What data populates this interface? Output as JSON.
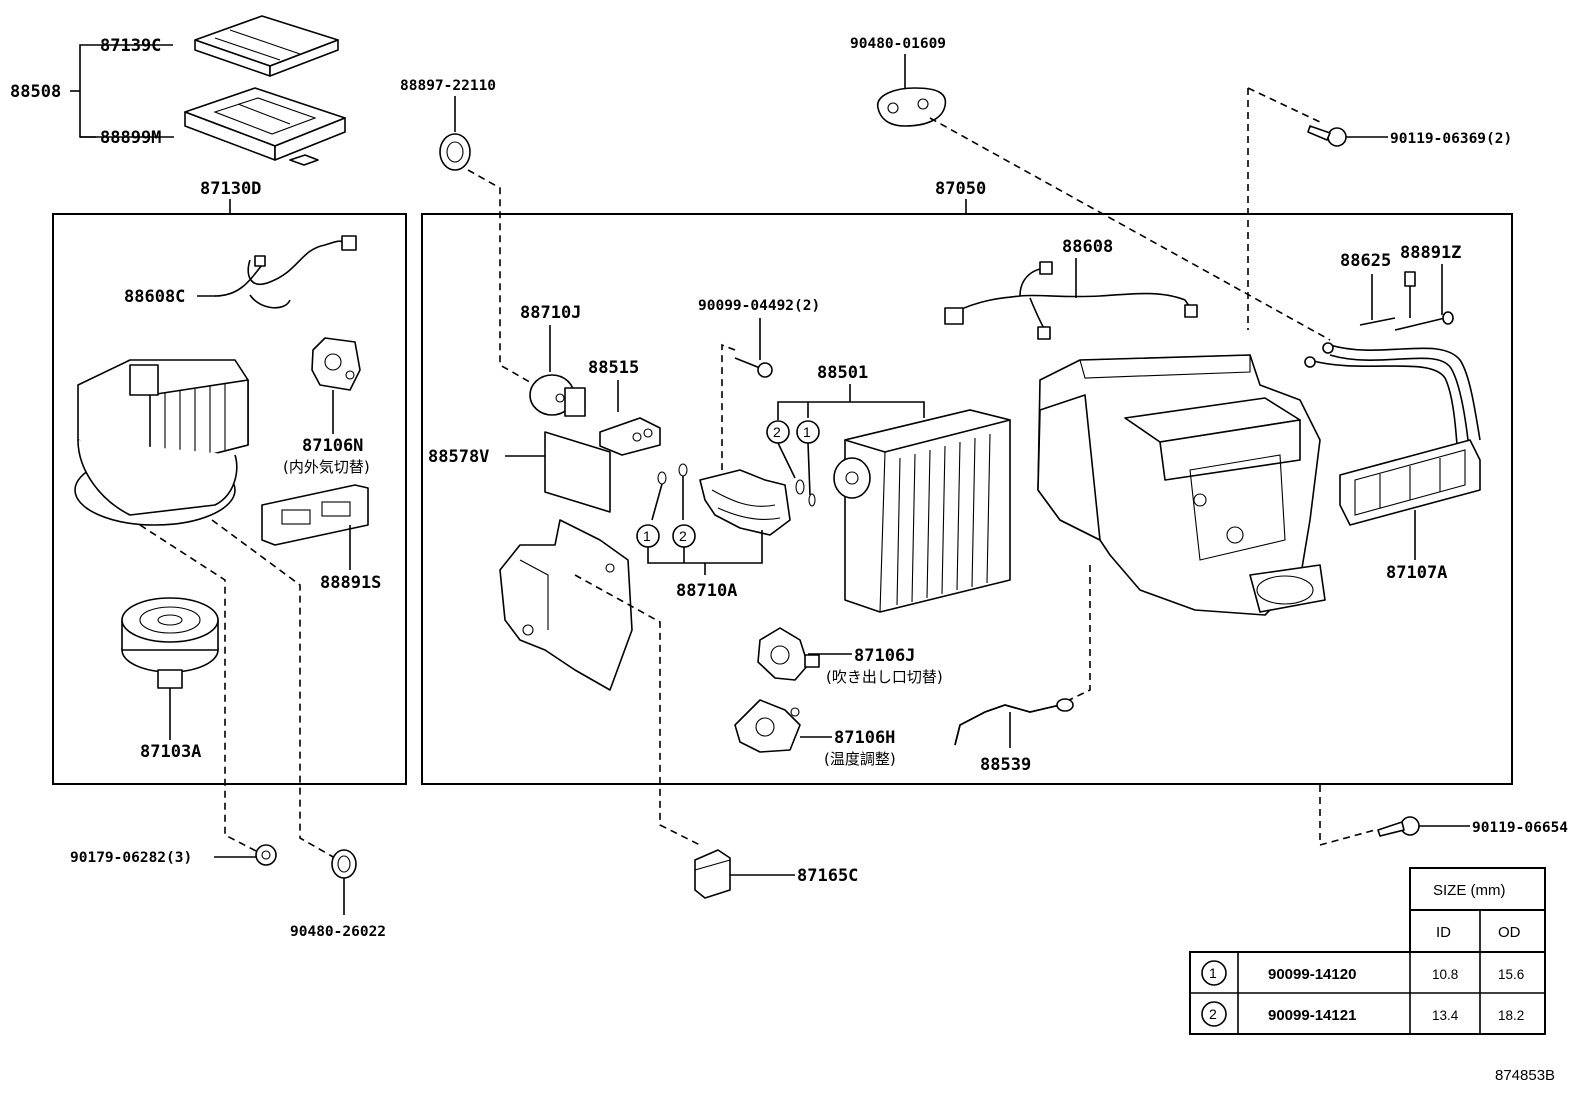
{
  "groups": {
    "filter_assy": "88508",
    "blower_unit": "87130D",
    "radiator_unit": "87050"
  },
  "parts": {
    "filter_element": "87139C",
    "filter_case": "88899M",
    "grommet_top": "88897-22110",
    "plug_top": "90480-01609",
    "screw_top_right": "90119-06369(2)",
    "blower_wire": "88608C",
    "servo_inside_outside": "87106N",
    "servo_inside_outside_note": "(内外気切替)",
    "damper_plate": "88891S",
    "blower_motor": "87103A",
    "sensor_cooler": "88710J",
    "relay_blower": "88515",
    "seal_v": "88578V",
    "bolt_mid": "90099-04492(2)",
    "expansion_valve": "88710A",
    "evaporator": "88501",
    "wire_unit": "88608",
    "thermistor": "88625",
    "seal_z": "88891Z",
    "heater_core": "87107A",
    "servo_mode": "87106J",
    "servo_mode_note": "(吹き出し口切替)",
    "servo_temp": "87106H",
    "servo_temp_note": "(温度調整)",
    "drain_hose": "88539",
    "screw_bottom_right": "90119-06654",
    "nut_bottom_left": "90179-06282(3)",
    "grommet_bottom": "90480-26022",
    "amplifier": "87165C"
  },
  "callouts": {
    "one": "1",
    "two": "2"
  },
  "size_table": {
    "title": "SIZE (mm)",
    "col_id": "ID",
    "col_od": "OD",
    "rows": [
      {
        "marker": "1",
        "part": "90099-14120",
        "id": "10.8",
        "od": "15.6"
      },
      {
        "marker": "2",
        "part": "90099-14121",
        "id": "13.4",
        "od": "18.2"
      }
    ]
  },
  "diagram_ref": "874853B"
}
